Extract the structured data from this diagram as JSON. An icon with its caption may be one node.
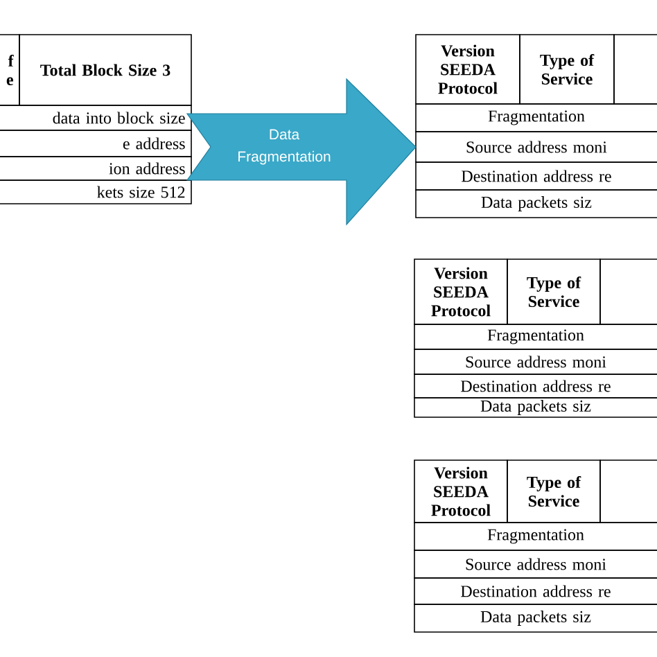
{
  "diagram": {
    "nodes": [
      {
        "text": [
          "Data Fragmentation"
        ]
      }
    ],
    "labels": [
      "f e",
      "Total Block Size 3",
      "data into block size",
      "e address",
      "ion address",
      "kets size 512",
      "Version SEEDA Protocol",
      "Type of Service",
      "Fragmentation",
      "Source address moni",
      "Destination address re",
      "Data packets siz",
      "Version SEEDA Protocol",
      "Type of Service",
      "Fragmentation",
      "Source address moni",
      "Destination address re",
      "Data packets siz",
      "Version SEEDA Protocol",
      "Type of Service",
      "Fragmentation",
      "Source address moni",
      "Destination address re",
      "Data packets siz"
    ]
  }
}
